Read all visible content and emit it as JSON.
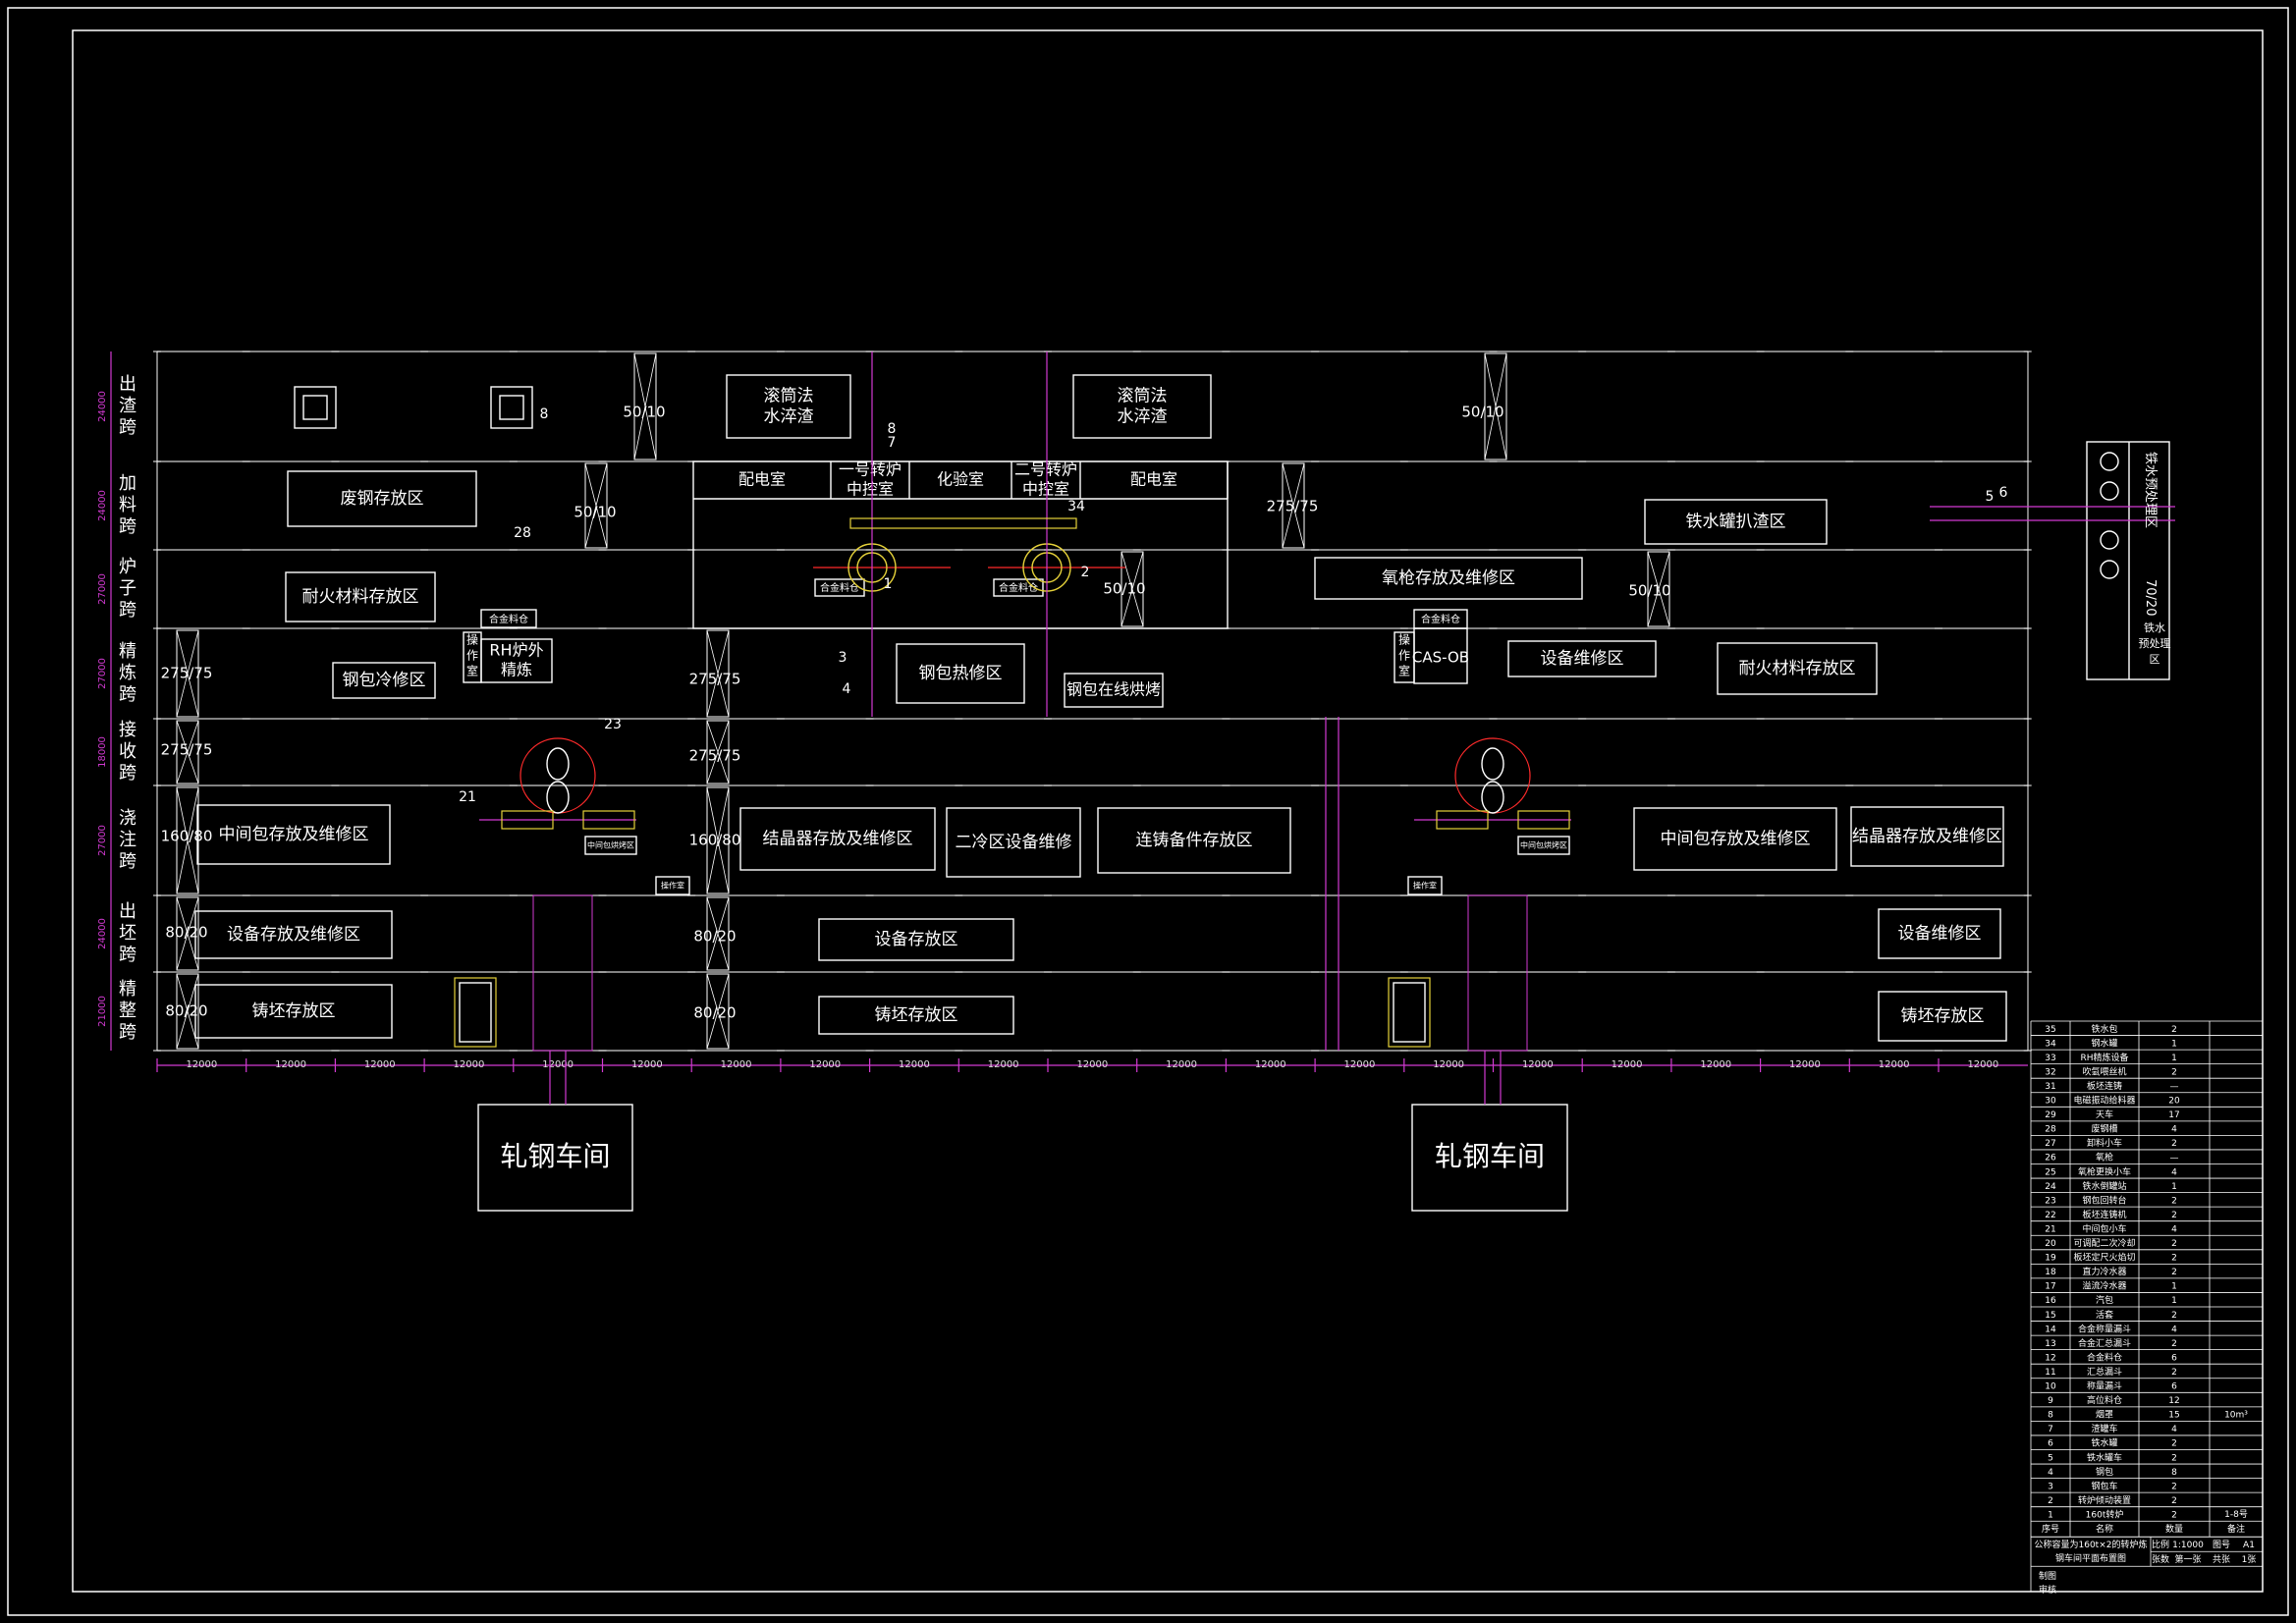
{
  "spans": [
    {
      "name": "出渣跨",
      "dim": "24000"
    },
    {
      "name": "加料跨",
      "dim": "24000"
    },
    {
      "name": "炉子跨",
      "dim": "27000"
    },
    {
      "name": "精炼跨",
      "dim": "27000"
    },
    {
      "name": "接收跨",
      "dim": "18000"
    },
    {
      "name": "浇注跨",
      "dim": "27000"
    },
    {
      "name": "出坯跨",
      "dim": "24000"
    },
    {
      "name": "精整跨",
      "dim": "21000"
    }
  ],
  "column_spacing": "12000",
  "areas": {
    "gun_slag_1": "滚筒法\n水淬渣",
    "gun_slag_2": "滚筒法\n水淬渣",
    "scrap": "废钢存放区",
    "power_room_1": "配电室",
    "control_1": "一号转炉\n中控室",
    "lab": "化验室",
    "control_2": "二号转炉\n中控室",
    "power_room_2": "配电室",
    "iron_tank": "铁水罐扒渣区",
    "refractory_1": "耐火材料存放区",
    "oxygen_lance": "氧枪存放及维修区",
    "ladle_cold": "钢包冷修区",
    "rh": "RH炉外\n精炼",
    "alloy_bin": "合金料仓",
    "op_room": "操\n作\n室",
    "ladle_hot": "钢包热修区",
    "ladle_bake": "钢包在线烘烤",
    "cas_ob": "CAS-OB",
    "equip_repair_1": "设备维修区",
    "refractory_2": "耐火材料存放区",
    "tundish_1": "中间包存放及维修区",
    "mold": "结晶器存放及维修区",
    "second_cool": "二冷区设备维修",
    "caster_spare": "连铸备件存放区",
    "tundish_2": "中间包存放及维修区",
    "mold_2": "结晶器存放及维修区",
    "equip_store_1": "设备存放及维修区",
    "equip_store_2": "设备存放区",
    "equip_repair_2": "设备维修区",
    "billet_1": "铸坯存放区",
    "billet_2": "铸坯存放区",
    "billet_3": "铸坯存放区",
    "rolling_1": "轧钢车间",
    "rolling_2": "轧钢车间",
    "alloy_small_1": "合金料仓",
    "alloy_small_2": "合金料仓",
    "tundish_car_1": "中间包烘烤区",
    "tundish_car_2": "中间包烘烤区",
    "op_small": "操作室"
  },
  "cranes": [
    "50/10",
    "50/10",
    "50/10",
    "275/75",
    "50/10",
    "50/10",
    "275/75",
    "275/75",
    "275/75",
    "275/75",
    "160/80",
    "160/80",
    "80/20",
    "80/20",
    "80/20",
    "80/20"
  ],
  "callouts": [
    "8",
    "28",
    "8",
    "7",
    "34",
    "1",
    "2",
    "3",
    "4",
    "23",
    "21",
    "5",
    "6"
  ],
  "side_panel": [
    "铁水预处理区",
    "70/20",
    "铁水",
    "预处理",
    "区"
  ],
  "parts_table": [
    [
      "35",
      "铁水包",
      "2"
    ],
    [
      "34",
      "钢水罐",
      "1"
    ],
    [
      "33",
      "RH精炼设备",
      "1"
    ],
    [
      "32",
      "吹氩喂丝机",
      "2"
    ],
    [
      "31",
      "板坯连铸",
      "—"
    ],
    [
      "30",
      "电磁振动给料器",
      "20"
    ],
    [
      "29",
      "天车",
      "17"
    ],
    [
      "28",
      "废钢槽",
      "4"
    ],
    [
      "27",
      "卸料小车",
      "2"
    ],
    [
      "26",
      "氧枪",
      "—"
    ],
    [
      "25",
      "氧枪更换小车",
      "4"
    ],
    [
      "24",
      "铁水倒罐站",
      "1"
    ],
    [
      "23",
      "钢包回转台",
      "2"
    ],
    [
      "22",
      "板坯连铸机",
      "2"
    ],
    [
      "21",
      "中间包小车",
      "4"
    ],
    [
      "20",
      "可调配二次冷却",
      "2"
    ],
    [
      "19",
      "板坯定尺火焰切",
      "2"
    ],
    [
      "18",
      "直力冷水器",
      "2"
    ],
    [
      "17",
      "溢流冷水器",
      "1"
    ],
    [
      "16",
      "汽包",
      "1"
    ],
    [
      "15",
      "活套",
      "2"
    ],
    [
      "14",
      "合金称量漏斗",
      "4"
    ],
    [
      "13",
      "合金汇总漏斗",
      "2"
    ],
    [
      "12",
      "合金料仓",
      "6"
    ],
    [
      "11",
      "汇总漏斗",
      "2"
    ],
    [
      "10",
      "称量漏斗",
      "6"
    ],
    [
      "9",
      "高位料仓",
      "12"
    ],
    [
      "8",
      "烟罩",
      "15"
    ],
    [
      "7",
      "渣罐车",
      "4"
    ],
    [
      "6",
      "铁水罐",
      "2"
    ],
    [
      "5",
      "铁水罐车",
      "2"
    ],
    [
      "4",
      "钢包",
      "8"
    ],
    [
      "3",
      "钢包车",
      "2"
    ],
    [
      "2",
      "转炉倾动装置",
      "2"
    ],
    [
      "1",
      "160t转炉",
      "2"
    ]
  ],
  "table_header": [
    "序号",
    "名称",
    "数量",
    "备注"
  ],
  "table_notes": [
    "1-8号",
    "10m³"
  ],
  "title_block": {
    "title": "公称容量为160t×2的转炉炼钢车间平面布置图",
    "scale_label": "比例",
    "scale": "1:1000",
    "sheet_label": "图号",
    "sheet": "A1",
    "count_label": "张数",
    "count": "第一张",
    "total_label": "共张",
    "total": "1张",
    "drawn": "制图",
    "checked": "审核"
  }
}
